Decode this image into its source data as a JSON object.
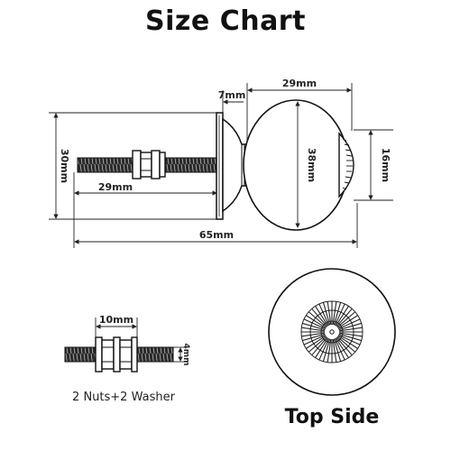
{
  "title": "Size Chart",
  "dimensions": {
    "knob_width": "29mm",
    "neck_length": "7mm",
    "base_height": "30mm",
    "knob_height": "38mm",
    "top_diameter": "16mm",
    "screw_length": "29mm",
    "total_length": "65mm",
    "nut_width": "10mm",
    "bolt_diameter": "4mm"
  },
  "captions": {
    "hardware": "2 Nuts+2 Washer",
    "top_view": "Top Side"
  },
  "colors": {
    "line": "#222222",
    "background": "#ffffff"
  }
}
